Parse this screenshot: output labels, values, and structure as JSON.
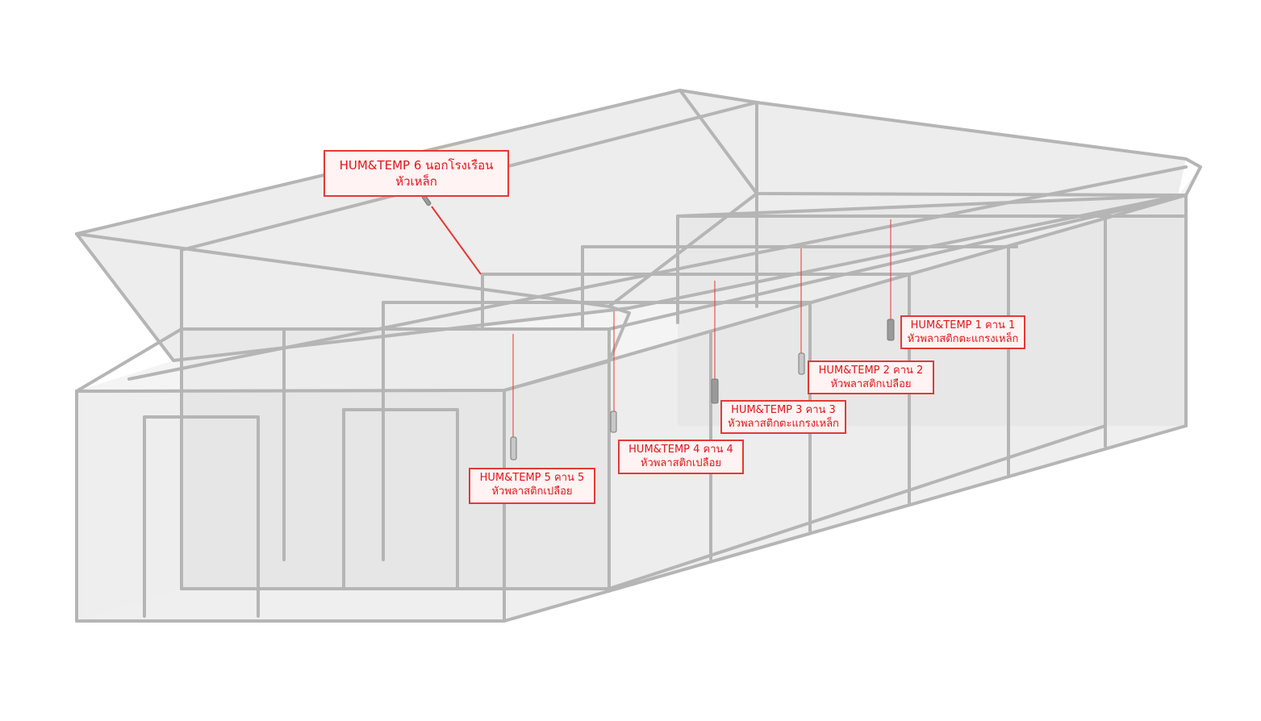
{
  "sensors": [
    {
      "id": 1,
      "line1": "HUM&TEMP 1 คาน 1",
      "line2": "หัวพลาสติกตะแกรงเหล็ก"
    },
    {
      "id": 2,
      "line1": "HUM&TEMP 2 คาน 2",
      "line2": "หัวพลาสติกเปลือย"
    },
    {
      "id": 3,
      "line1": "HUM&TEMP 3 คาน 3",
      "line2": "หัวพลาสติกตะแกรงเหล็ก"
    },
    {
      "id": 4,
      "line1": "HUM&TEMP 4 คาน 4",
      "line2": "หัวพลาสติกเปลือย"
    },
    {
      "id": 5,
      "line1": "HUM&TEMP 5 คาน 5",
      "line2": "หัวพลาสติกเปลือย"
    },
    {
      "id": 6,
      "line1": "HUM&TEMP 6 นอกโรงเรือน",
      "line2": "หัวเหล็ก"
    }
  ],
  "colors": {
    "frame": "#b5b5b5",
    "frame_dark": "#9e9e9e",
    "wall_light": "#eeeeee",
    "wall_mid": "#e2e2e2",
    "wall_dark": "#d4d4d4",
    "label_border": "#e53935",
    "label_text": "#e0161b",
    "label_fill": "#fff3f3",
    "lead_line": "#e53935"
  }
}
